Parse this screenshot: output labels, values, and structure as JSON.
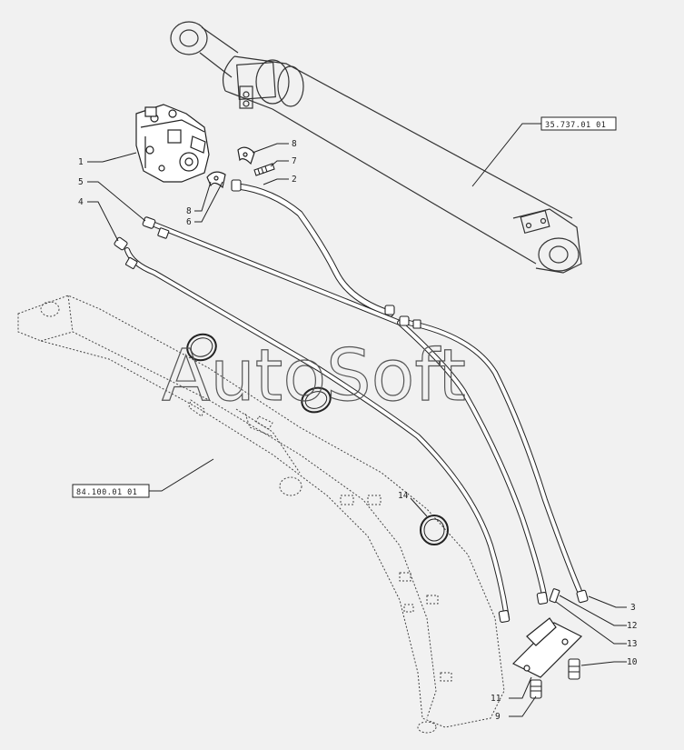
{
  "callouts": {
    "c1": "1",
    "c2": "2",
    "c3": "3",
    "c4": "4",
    "c5": "5",
    "c6": "6",
    "c7": "7",
    "c8a": "8",
    "c8b": "8",
    "c9": "9",
    "c10": "10",
    "c11": "11",
    "c12": "12",
    "c13": "13",
    "c14": "14"
  },
  "references": {
    "cylinder": "35.737.01 01",
    "boom": "84.100.01 01"
  },
  "watermark": "AutoSoft"
}
